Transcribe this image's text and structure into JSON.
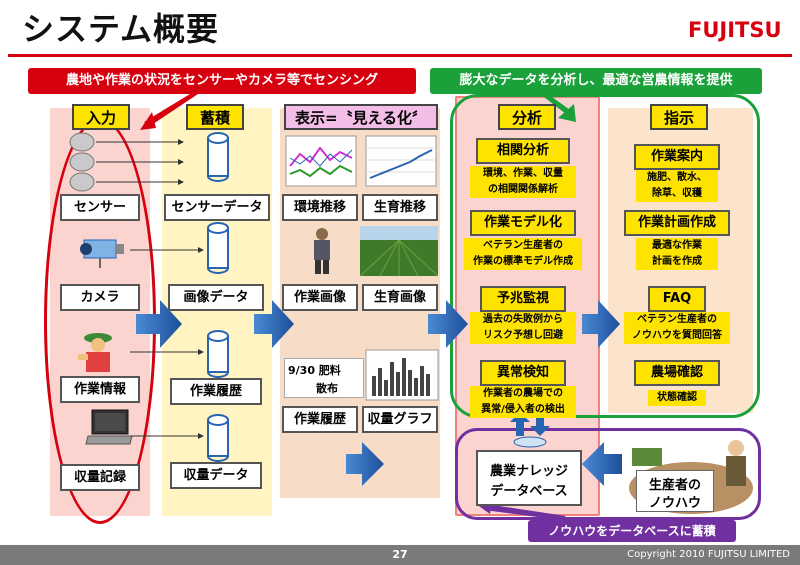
{
  "title": "システム概要",
  "logo": "FUJITSU",
  "banners": {
    "sensing": "農地や作業の状況をセンサーやカメラ等でセンシング",
    "analysis": "膨大なデータを分析し、最適な営農情報を提供",
    "knowhow": "ノウハウをデータベースに蓄積"
  },
  "columns": {
    "input": {
      "header": "入力",
      "items": [
        "センサー",
        "カメラ",
        "作業情報",
        "収量記録"
      ]
    },
    "store": {
      "header": "蓄積",
      "items": [
        "センサーデータ",
        "画像データ",
        "作業履歴",
        "収量データ"
      ]
    },
    "display": {
      "header": "表示=〝見える化〞",
      "items": [
        "環境推移",
        "生育推移",
        "作業画像",
        "生育画像",
        "作業履歴",
        "収量グラフ"
      ],
      "note_date": "9/30 肥料",
      "note_action": "散布"
    },
    "analysis": {
      "header": "分析",
      "items": [
        {
          "label": "相関分析",
          "desc": [
            "環境、作業、収量",
            "の相関関係解析"
          ]
        },
        {
          "label": "作業モデル化",
          "desc": [
            "ベテラン生産者の",
            "作業の標準モデル作成"
          ]
        },
        {
          "label": "予兆監視",
          "desc": [
            "過去の失敗例から",
            "リスク予想し回避"
          ]
        },
        {
          "label": "異常検知",
          "desc": [
            "作業者の農場での",
            "異常/侵入者の検出"
          ]
        }
      ]
    },
    "instruct": {
      "header": "指示",
      "items": [
        {
          "label": "作業案内",
          "desc": [
            "施肥、散水、",
            "除草、収穫"
          ]
        },
        {
          "label": "作業計画作成",
          "desc": [
            "最適な作業",
            "計画を作成"
          ]
        },
        {
          "label": "FAQ",
          "desc": [
            "ベテラン生産者の",
            "ノウハウを質問回答"
          ]
        },
        {
          "label": "農場確認",
          "desc": [
            "状態確認"
          ]
        }
      ]
    }
  },
  "database": {
    "line1": "農業ナレッジ",
    "line2": "データベース"
  },
  "producer": {
    "line1": "生産者の",
    "line2": "ノウハウ"
  },
  "footer": {
    "page": "27",
    "copyright": "Copyright 2010 FUJITSU LIMITED"
  },
  "colors": {
    "red": "#d7000f",
    "green": "#1aa13a",
    "purple": "#7030a0",
    "yellow": "#ffe300",
    "blue": "#2864b4"
  }
}
